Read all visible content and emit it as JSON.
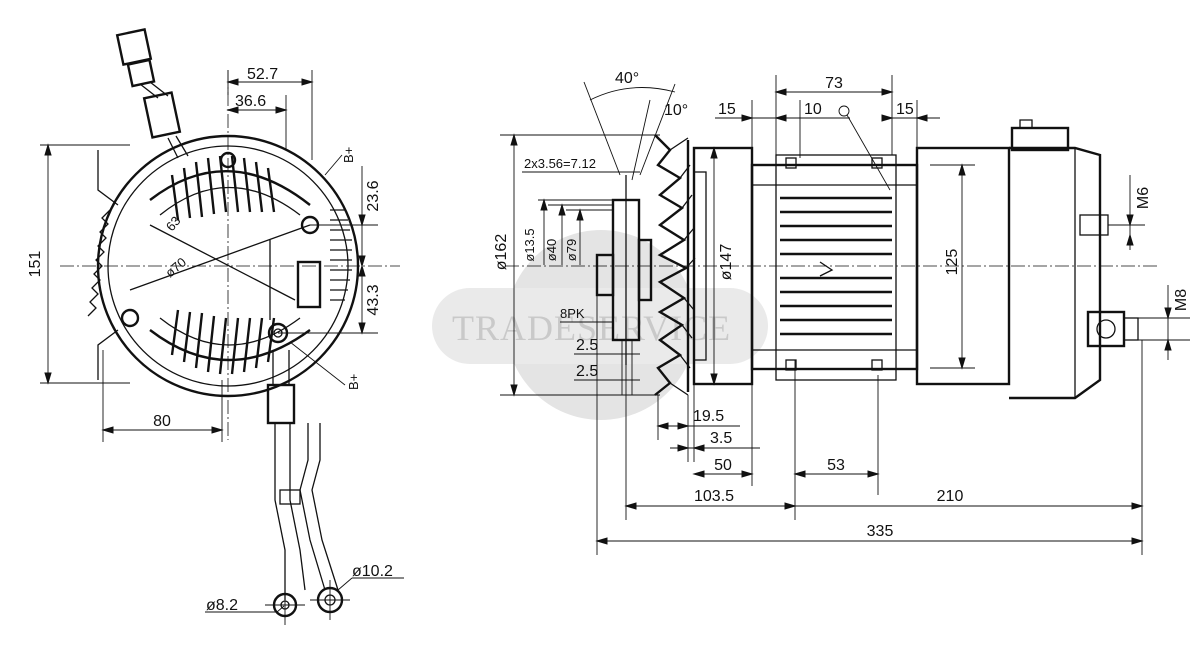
{
  "left_view": {
    "dims": {
      "d52_7": "52.7",
      "d36_6": "36.6",
      "d23_6": "23.6",
      "d43_3": "43.3",
      "d151": "151",
      "d80": "80",
      "phi10_2": "ø10.2",
      "r8_2": "ø8.2",
      "b_plus_top": "B+",
      "b_plus_bottom": "B+",
      "d63": "63",
      "phi70": "ø70"
    }
  },
  "right_view": {
    "dims": {
      "angle40": "40°",
      "angle10": "10°",
      "d73": "73",
      "d15_left": "15",
      "d10": "10",
      "d15_right": "15",
      "thread": "2x3.56=7.12",
      "phi162": "ø162",
      "phi147": "ø147",
      "d125": "125",
      "phi_a": "ø13.5",
      "phi_b": "ø40",
      "phi_c": "ø79",
      "belt": "8PK",
      "d2_5a": "2.5",
      "d2_5b": "2.5",
      "d19_5": "19.5",
      "d3_5": "3.5",
      "d50": "50",
      "d53": "53",
      "d103_5": "103.5",
      "d210": "210",
      "d335": "335",
      "m6": "M6",
      "m8": "M8"
    }
  },
  "watermark": {
    "text": "TRADESERVICE"
  },
  "colors": {
    "ink": "#111111",
    "watermark": "#d6d6d6",
    "background": "#ffffff"
  }
}
